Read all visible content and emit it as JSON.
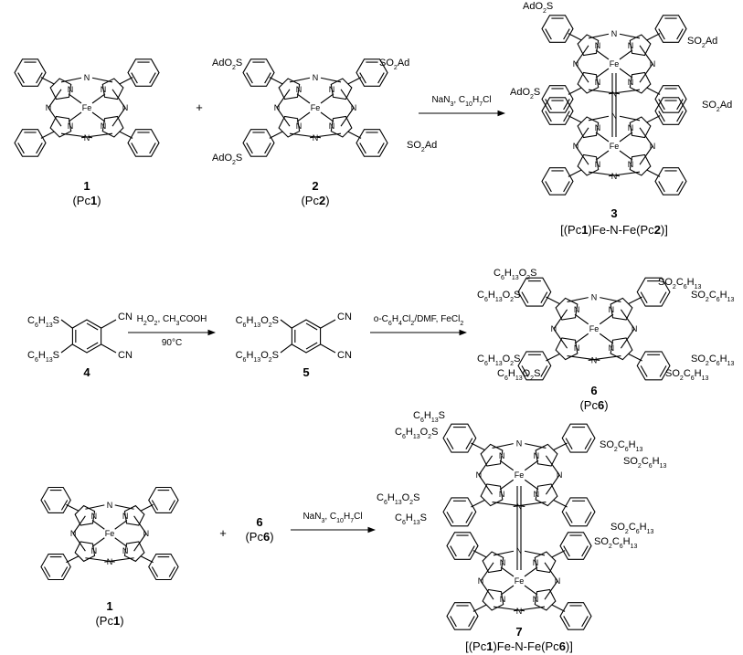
{
  "compounds": {
    "c1_top": {
      "number": "1",
      "caption_pre": "(Pc",
      "caption_bold": "1",
      "caption_post": ")"
    },
    "c2": {
      "number": "2",
      "caption_pre": "(Pc",
      "caption_bold": "2",
      "caption_post": ")"
    },
    "c3": {
      "number": "3",
      "caption": "[(Pc1)Fe-N-Fe(Pc2)]"
    },
    "c4": {
      "number": "4"
    },
    "c5": {
      "number": "5"
    },
    "c6": {
      "number": "6",
      "caption_pre": "(Pc",
      "caption_bold": "6",
      "caption_post": ")"
    },
    "c6_reagent": {
      "number": "6",
      "caption_pre": "(Pc",
      "caption_bold": "6",
      "caption_post": ")"
    },
    "c1_bottom": {
      "number": "1",
      "caption_pre": "(Pc",
      "caption_bold": "1",
      "caption_post": ")"
    },
    "c7": {
      "number": "7",
      "caption": "[(Pc1)Fe-N-Fe(Pc6)]"
    }
  },
  "plus_signs": [
    "+",
    "+"
  ],
  "conditions": {
    "arrow1": "NaN3, C10H7Cl",
    "arrow2_top": "H2O2, CH3COOH",
    "arrow2_bottom": "90°C",
    "arrow3": "o-C6H4Cl2/DMF, FeCl2",
    "arrow4": "NaN3, C10H7Cl"
  },
  "atoms": {
    "metal": "Fe",
    "nitrogen": "N"
  },
  "substituents": {
    "sulfonyl_ad_right": "SO2Ad",
    "sulfonyl_ad_left": "AdO2S",
    "hexylthio": "C6H13S",
    "hexylsulfonyl_left": "C6H13O2S",
    "hexylsulfonyl_right": "SO2C6H13",
    "nitrile": "CN"
  }
}
